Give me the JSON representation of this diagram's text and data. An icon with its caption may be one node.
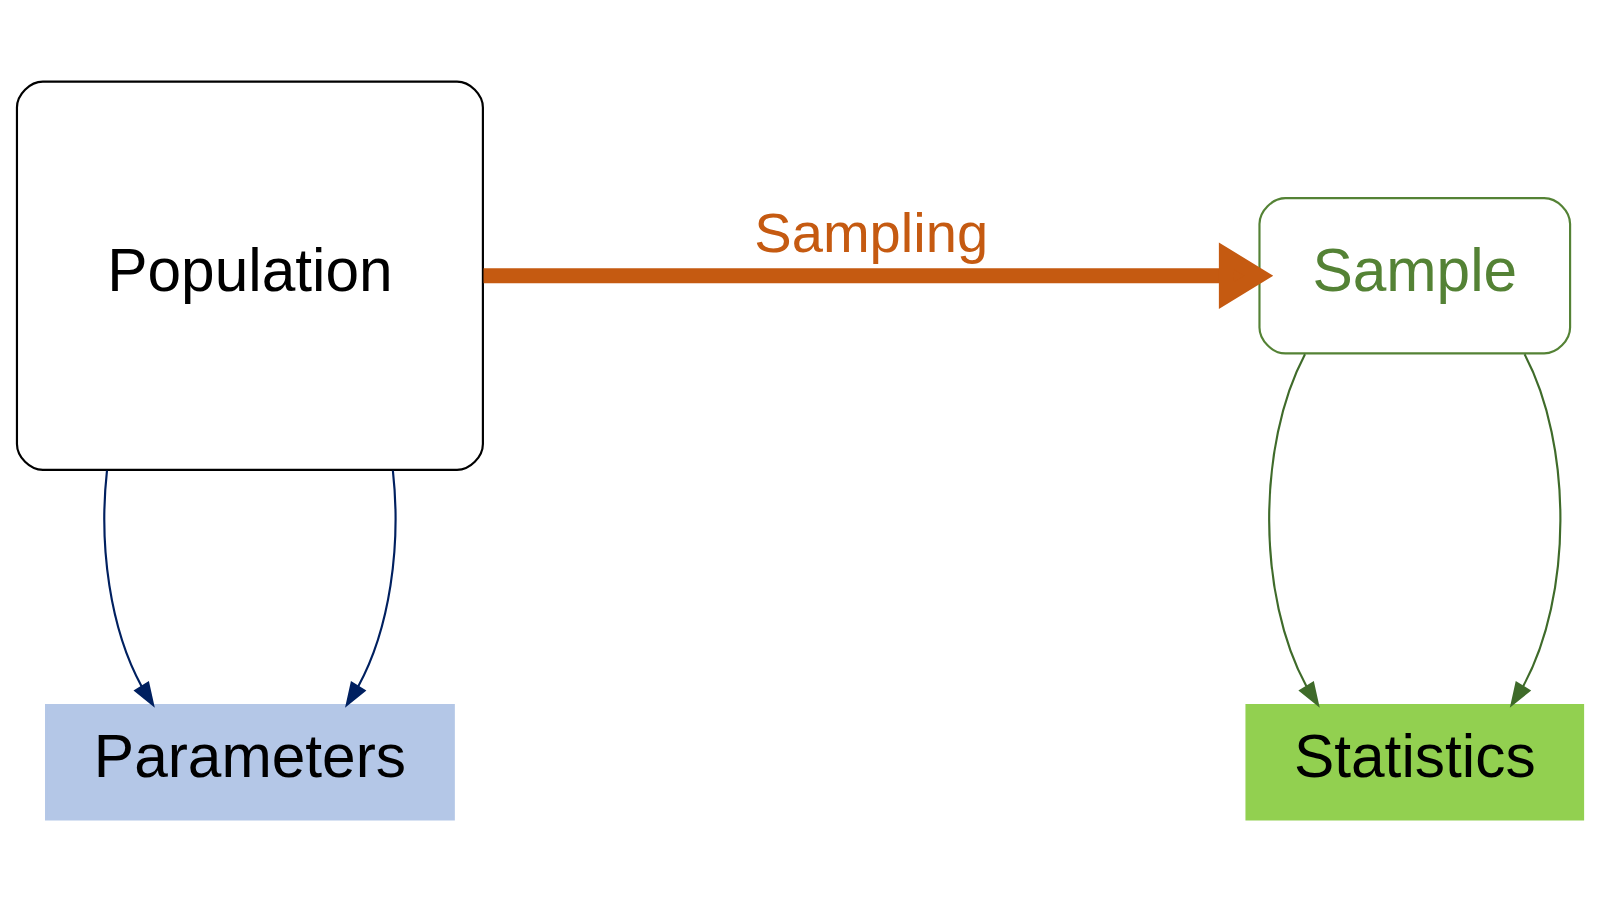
{
  "diagram": {
    "nodes": [
      {
        "text": [
          "Population"
        ]
      },
      {
        "text": [
          "Sample"
        ]
      },
      {
        "text": [
          "Parameters"
        ]
      },
      {
        "text": [
          "Statistics"
        ]
      }
    ],
    "edges": [
      {
        "from": 0,
        "to": 1,
        "arrow": "to",
        "label": "Sampling",
        "style": "thick",
        "color": "#c55a11"
      },
      {
        "from": 0,
        "to": 2,
        "arrow": "to",
        "color": "#002060"
      },
      {
        "from": 0,
        "to": 2,
        "arrow": "to",
        "color": "#002060"
      },
      {
        "from": 1,
        "to": 3,
        "arrow": "to",
        "color": "#3f6b2a"
      },
      {
        "from": 1,
        "to": 3,
        "arrow": "to",
        "color": "#3f6b2a"
      }
    ]
  }
}
